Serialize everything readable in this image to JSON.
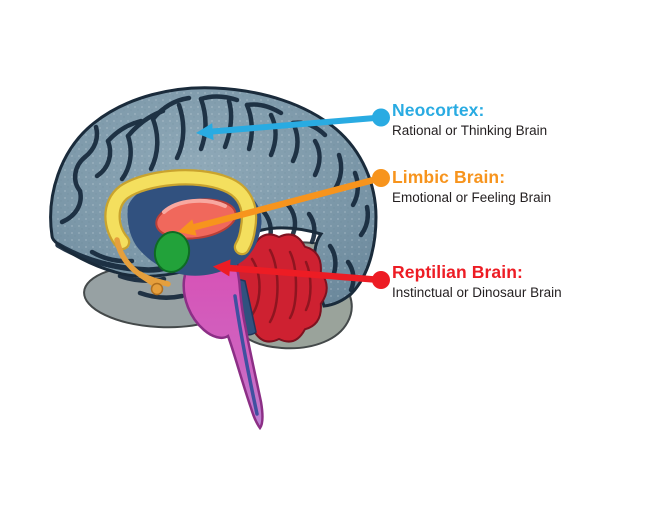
{
  "page": {
    "background": "#ffffff",
    "body_text_color": "#231f20"
  },
  "labels": [
    {
      "id": "neocortex",
      "title": "Neocortex:",
      "subtitle": "Rational or Thinking Brain",
      "color": "#29abe2"
    },
    {
      "id": "limbic",
      "title": "Limbic Brain:",
      "subtitle": "Emotional or Feeling Brain",
      "color": "#f7941d"
    },
    {
      "id": "reptilian",
      "title": "Reptilian Brain:",
      "subtitle": "Instinctual or Dinosaur Brain",
      "color": "#ed1c24"
    }
  ],
  "illustration": {
    "colors": {
      "cortex": "#7b97a8",
      "sulci": "#16293c",
      "corpus_callosum": "#f4df5e",
      "inner_region": "#31517f",
      "thalamus": "#f0685c",
      "hypothalamus": "#22a23a",
      "fornix_stalk": "#e59f3d",
      "cerebellum": "#ce2131",
      "brainstem": "#d355b5",
      "occipital_gray": "#9aa39b",
      "temporal_gray": "#97a1a3"
    }
  }
}
